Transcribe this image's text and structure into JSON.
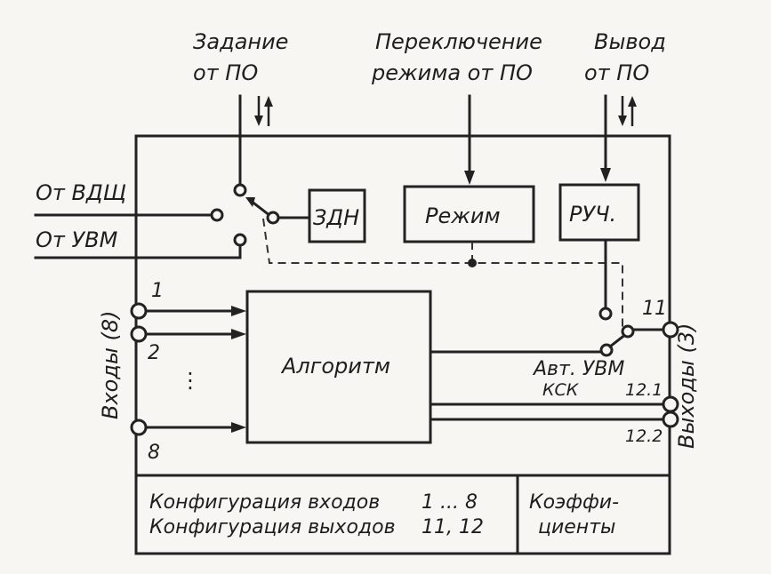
{
  "top_labels": {
    "zadanie_line1": "Задание",
    "zadanie_line2": "от ПО",
    "pereklyuchenie_line1": "Переключение",
    "pereklyuchenie_line2": "режима от ПО",
    "vyvod_line1": "Вывод",
    "vyvod_line2": "от ПО"
  },
  "left_labels": {
    "ot_vdshch": "От ВДЩ",
    "ot_uvm": "От УВМ",
    "vkhody": "Входы (8)"
  },
  "blocks": {
    "zdn": "ЗДН",
    "rezhim": "Режим",
    "ruch": "РУЧ.",
    "algoritm": "Алгоритм"
  },
  "input_numbers": {
    "in1": "1",
    "in2": "2",
    "in_dots": "⋮",
    "in8": "8"
  },
  "output_labels": {
    "out11": "11",
    "avt_uvm": "Авт. УВМ",
    "ksk": "КСК",
    "out12_1": "12.1",
    "out12_2": "12.2",
    "vykhody": "Выходы (3)"
  },
  "bottom": {
    "config_inputs_label": "Конфигурация  входов",
    "config_inputs_range": "1 ... 8",
    "config_outputs_label": "Конфигурация  выходов",
    "config_outputs_range": "11, 12",
    "coef_line1": "Коэффи-",
    "coef_line2": "циенты"
  },
  "colors": {
    "ink": "#222222",
    "paper": "#f7f6f2"
  }
}
